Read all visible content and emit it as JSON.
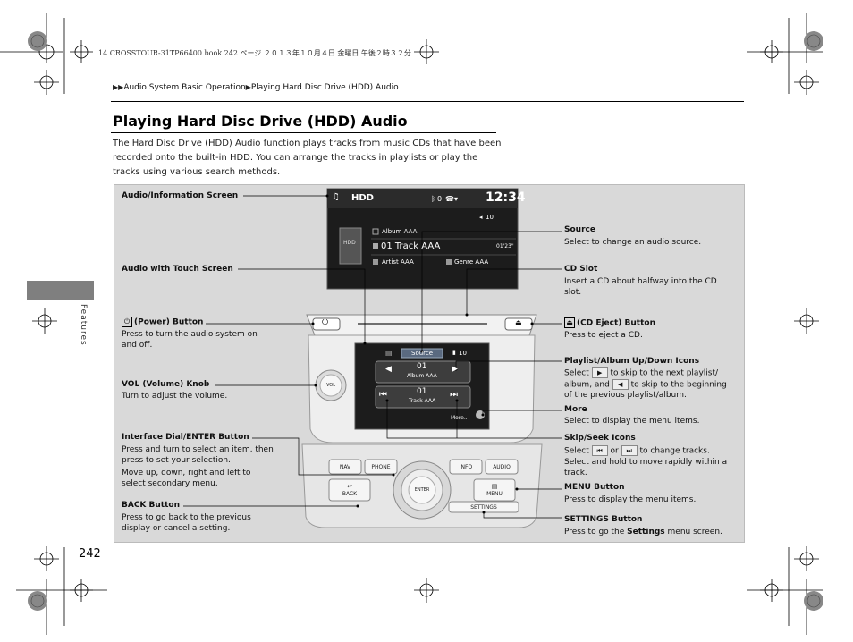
{
  "print_header": "14 CROSSTOUR-31TP66400.book  242 ページ  ２０１３年１０月４日  金曜日  午後２時３２分",
  "breadcrumb": {
    "items": [
      "Audio System Basic Operation",
      "Playing Hard Disc Drive (HDD) Audio"
    ]
  },
  "title": "Playing Hard Disc Drive (HDD) Audio",
  "intro": "The Hard Disc Drive (HDD) Audio function plays tracks from music CDs that have been recorded onto the built-in HDD. You can arrange the tracks in playlists or play the tracks using various search methods.",
  "side_tab_label": "Features",
  "page_number": "242",
  "left_callouts": {
    "audio_info_screen": {
      "title": "Audio/Information Screen"
    },
    "touch_screen": {
      "title": "Audio with Touch Screen"
    },
    "power": {
      "title": "(Power) Button",
      "desc": "Press to turn the audio system on and off."
    },
    "vol": {
      "title": "VOL (Volume) Knob",
      "desc": "Turn to adjust the volume."
    },
    "interface": {
      "title": "Interface Dial/ENTER Button",
      "desc1": "Press and turn to select an item, then press to set your selection.",
      "desc2": "Move up, down, right and left to select secondary menu."
    },
    "back": {
      "title": "BACK Button",
      "desc": "Press to go back to the previous display or cancel a setting."
    }
  },
  "right_callouts": {
    "source": {
      "title": "Source",
      "desc": "Select to change an audio source."
    },
    "cd_slot": {
      "title": "CD Slot",
      "desc": "Insert a CD about halfway into the CD slot."
    },
    "eject": {
      "title": "(CD Eject) Button",
      "desc": "Press to eject a CD."
    },
    "playlist": {
      "title": "Playlist/Album Up/Down Icons",
      "d1": "Select",
      "d2": "to skip to the next playlist/",
      "d3": "album, and",
      "d4": "to skip to the beginning",
      "d5": "of the previous playlist/album."
    },
    "more": {
      "title": "More",
      "desc": "Select to display the menu items."
    },
    "skip": {
      "title": "Skip/Seek Icons",
      "d1": "Select",
      "d2": "or",
      "d3": "to change tracks.",
      "d4": "Select and hold to move rapidly within a track."
    },
    "menu": {
      "title": "MENU Button",
      "desc": "Press to display the menu items."
    },
    "settings": {
      "title": "SETTINGS Button",
      "desc1": "Press to go the",
      "desc_bold": "Settings",
      "desc2": "menu screen."
    }
  },
  "upper_screen": {
    "source_label": "HDD",
    "clock": "12:34",
    "status_count": "0",
    "volume": "10",
    "album": "Album AAA",
    "track": "01 Track AAA",
    "elapsed": "01'23\"",
    "artist": "Artist AAA",
    "genre": "Genre AAA",
    "art_label": "HDD"
  },
  "touch_screen": {
    "source_button": "Source",
    "volume": "10",
    "album_number": "01",
    "album_name": "Album AAA",
    "track_number": "01",
    "track_name": "Track AAA",
    "more_label": "More.."
  },
  "panel_buttons": {
    "vol_knob": "VOL",
    "nav": "NAV",
    "phone": "PHONE",
    "info": "INFO",
    "audio": "AUDIO",
    "enter": "ENTER",
    "back": "BACK",
    "menu": "MENU",
    "settings": "SETTINGS"
  },
  "colors": {
    "panel_bg": "#d9d9d9",
    "screen_bg": "#1c1c1c",
    "side_tab": "#7f7f7f"
  }
}
